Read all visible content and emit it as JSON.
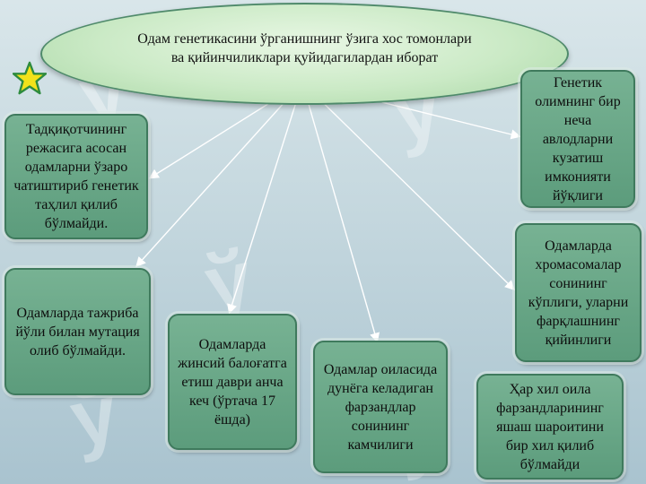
{
  "diagram": {
    "center": {
      "text": "Одам генетикасини ўрганишнинг ўзига хос томонлари ва қийинчиликлари қуйидагилардан иборат"
    },
    "boxes": [
      {
        "id": "left-top",
        "text": "Тадқиқотчининг режасига асосан одамларни ўзаро чатиштириб генетик таҳлил қилиб бўлмайди."
      },
      {
        "id": "left-mid",
        "text": "Одамларда тажриба йўли билан мутация олиб бўлмайди."
      },
      {
        "id": "bottom-1",
        "text": "Одамларда жинсий балоғатга етиш даври анча кеч (ўртача 17 ёшда)"
      },
      {
        "id": "bottom-2",
        "text": "Одамлар оиласида дунёга келадиган фарзандлар сонининг камчилиги"
      },
      {
        "id": "bottom-3",
        "text": "Ҳар хил оила фарзандларининг яшаш шароитини бир хил қилиб бўлмайди"
      },
      {
        "id": "right-mid",
        "text": "Одамларда хромасомалар сонининг кўплиги, уларни фарқлашнинг қийинлиги"
      },
      {
        "id": "right-top",
        "text": "Генетик олимнинг бир неча авлодларни кузатиш имконияти йўқлиги"
      }
    ]
  },
  "colors": {
    "box_fill": "#6aa888",
    "box_border": "#3f7a5d",
    "ellipse_fill": "#cbeac6",
    "star_fill": "#f2e21a",
    "star_outline": "#2e8b3e",
    "arrow": "#ffffff"
  },
  "icons": {
    "star": "star-icon",
    "watermark": "logo-watermark"
  }
}
